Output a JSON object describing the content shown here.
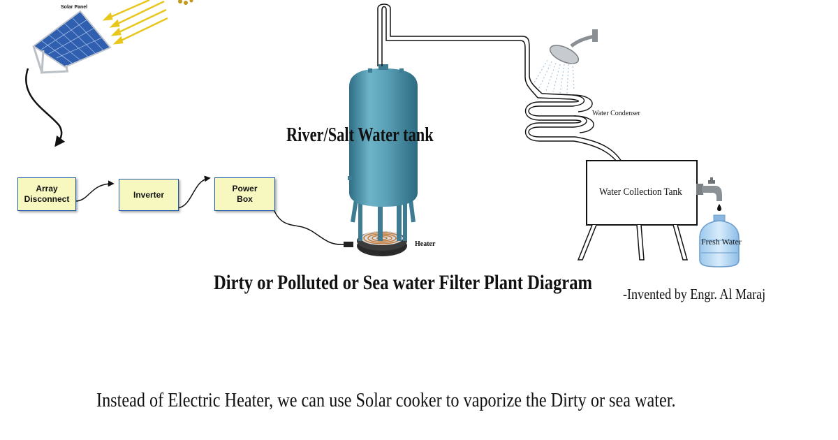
{
  "labels": {
    "solar_panel": "Solar Panel",
    "array_disconnect_line1": "Array",
    "array_disconnect_line2": "Disconnect",
    "inverter": "Inverter",
    "power_box_line1": "Power",
    "power_box_line2": "Box",
    "river_tank": "River/Salt Water tank",
    "heater": "Heater",
    "water_condenser": "Water Condenser",
    "collection_tank": "Water Collection Tank",
    "fresh_water": "Fresh Water"
  },
  "title": "Dirty or Polluted or Sea water Filter Plant Diagram",
  "credit": "-Invented by  Engr. Al Maraj",
  "footnote": "Instead of Electric Heater, we can use Solar cooker to vaporize the Dirty or sea water.",
  "colors": {
    "block_fill": "#f6f8bf",
    "block_border": "#1c5ca8",
    "tank_body": "#5aa0b6",
    "sun_rays": "#e8c61c",
    "panel_cells": "#2f5fae"
  },
  "icons": [
    "solar-panel-icon",
    "sun-rays-icon",
    "water-tank-icon",
    "heater-icon",
    "shower-head-icon",
    "condenser-coil-icon",
    "faucet-icon",
    "water-jug-icon"
  ]
}
